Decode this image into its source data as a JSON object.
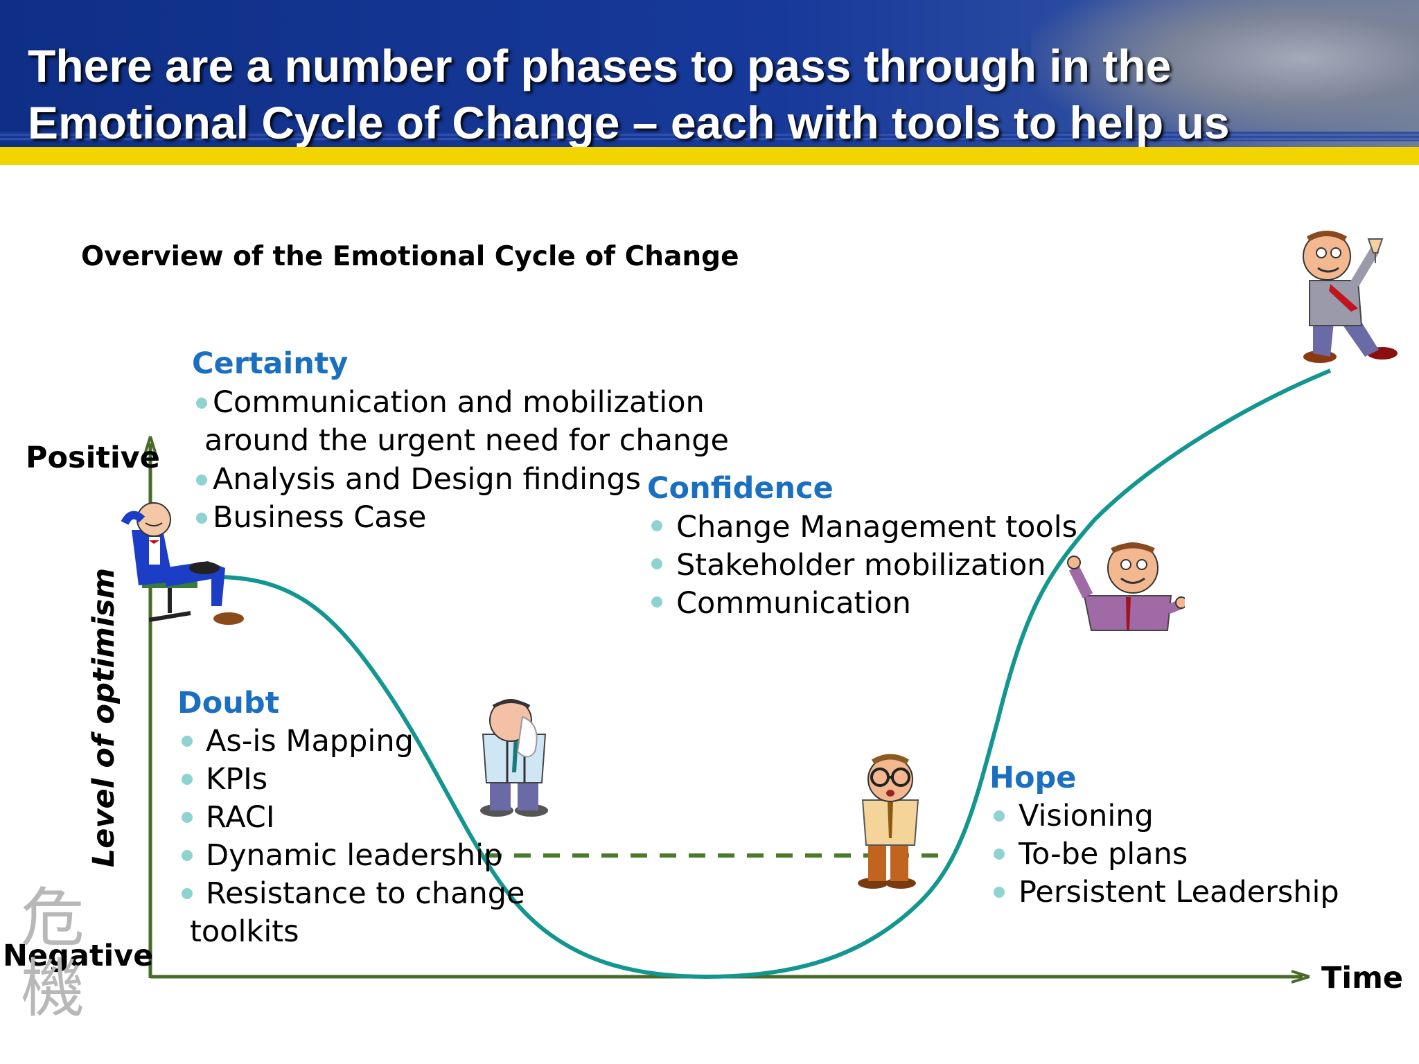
{
  "header": {
    "title_line1": "There are a number of phases to pass through in the",
    "title_line2": "Emotional Cycle of Change – each with tools to help us"
  },
  "diagram": {
    "subtitle": "Overview of the Emotional Cycle of Change",
    "y_axis": {
      "title": "Level of optimism",
      "top_label": "Positive",
      "bottom_label": "Negative"
    },
    "x_axis": {
      "label": "Time"
    },
    "curve_color": "#12968f",
    "axis_color": "#4a6a2a",
    "heading_color": "#1a6fc0",
    "phases": [
      {
        "name": "Certainty",
        "items": [
          "Communication and mobilization",
          "around the urgent need for change",
          "Analysis and Design findings",
          "Business Case"
        ]
      },
      {
        "name": "Confidence",
        "items": [
          "Change Management tools",
          "Stakeholder mobilization",
          "Communication"
        ]
      },
      {
        "name": "Doubt",
        "items": [
          "As-is Mapping",
          "KPIs",
          "RACI",
          "Dynamic leadership",
          "Resistance to change",
          "toolkits"
        ]
      },
      {
        "name": "Hope",
        "items": [
          "Visioning",
          "To-be plans",
          "Persistent Leadership"
        ]
      }
    ],
    "watermark": {
      "char1": "危",
      "char2": "機"
    }
  },
  "figures": [
    "relaxed-man-figure",
    "crying-man-figure",
    "worried-man-figure",
    "pointing-man-figure",
    "celebrating-man-figure"
  ]
}
